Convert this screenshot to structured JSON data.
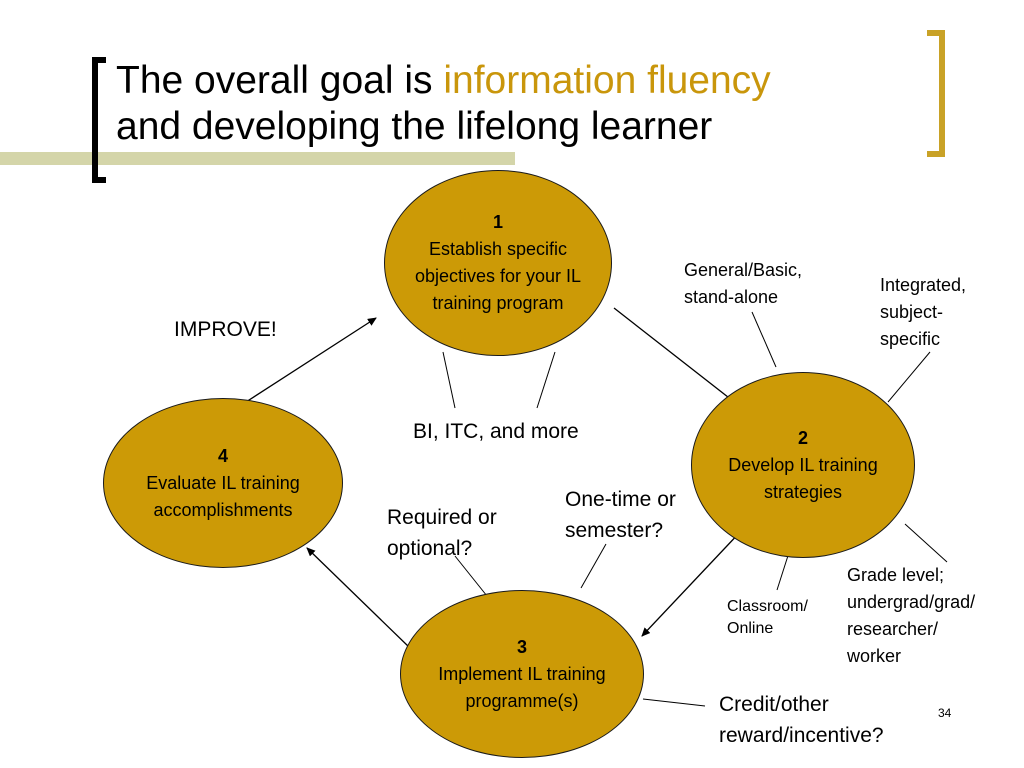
{
  "title": {
    "line1_pre": "The overall goal is",
    "line1_highlight": "information fluency",
    "line2": "and developing the lifelong learner"
  },
  "nodes": {
    "n1": {
      "num": "1",
      "lines": [
        "Establish specific",
        "objectives for your IL",
        "training program"
      ]
    },
    "n2": {
      "num": "2",
      "lines": [
        "Develop IL training",
        "strategies"
      ]
    },
    "n3": {
      "num": "3",
      "lines": [
        "Implement IL training",
        "programme(s)"
      ]
    },
    "n4": {
      "num": "4",
      "lines": [
        "Evaluate IL training",
        "accomplishments"
      ]
    }
  },
  "labels": {
    "improve": "IMPROVE!",
    "bi_itc": "BI, ITC, and more",
    "general_basic": [
      "General/Basic,",
      "stand-alone"
    ],
    "integrated": [
      "Integrated,",
      "subject-",
      "specific"
    ],
    "one_time": [
      "One-time or",
      "semester?"
    ],
    "required": [
      "Required or",
      "optional?"
    ],
    "classroom": [
      "Classroom/",
      "Online"
    ],
    "grade_level": [
      "Grade level;",
      "undergrad/grad/",
      "researcher/",
      "worker"
    ],
    "credit": [
      "Credit/other",
      "reward/incentive?"
    ]
  },
  "slide_number": "34",
  "colors": {
    "node_fill": "#cc9a06",
    "highlight": "#c9960b",
    "bracket": "#c9a227",
    "decor_bar": "#d4d5a9"
  }
}
